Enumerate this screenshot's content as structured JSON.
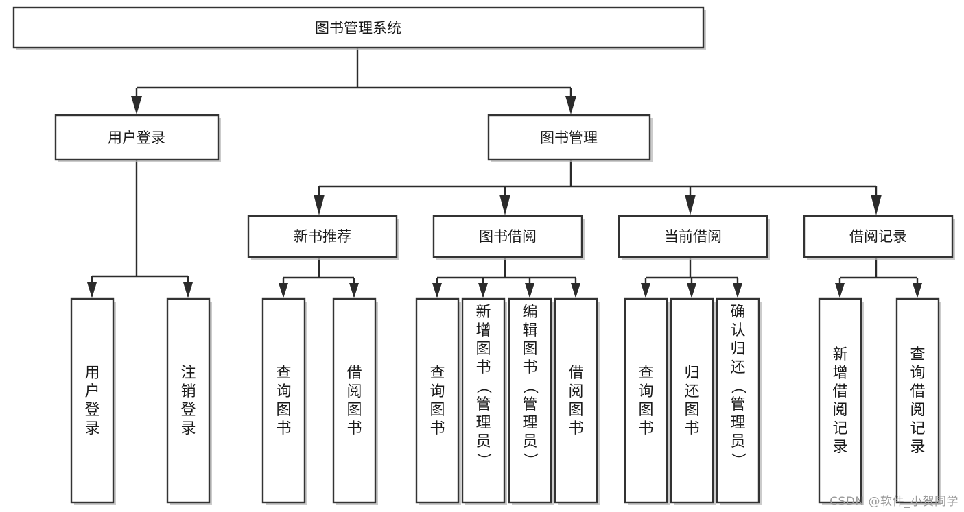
{
  "diagram": {
    "type": "tree-hierarchy",
    "title": "图书管理系统",
    "orientation": "top-down",
    "watermark": "CSDN @软件_小贺同学",
    "levels": [
      {
        "level": 1,
        "nodes": [
          {
            "id": "root",
            "label": "图书管理系统",
            "text_orientation": "horizontal"
          }
        ]
      },
      {
        "level": 2,
        "nodes": [
          {
            "id": "user-login",
            "label": "用户登录",
            "parent": "root",
            "text_orientation": "horizontal"
          },
          {
            "id": "book-manage",
            "label": "图书管理",
            "parent": "root",
            "text_orientation": "horizontal"
          }
        ]
      },
      {
        "level": 3,
        "nodes": [
          {
            "id": "new-book-rec",
            "label": "新书推荐",
            "parent": "book-manage",
            "text_orientation": "horizontal"
          },
          {
            "id": "book-borrow",
            "label": "图书借阅",
            "parent": "book-manage",
            "text_orientation": "horizontal"
          },
          {
            "id": "current-borrow",
            "label": "当前借阅",
            "parent": "book-manage",
            "text_orientation": "horizontal"
          },
          {
            "id": "borrow-record",
            "label": "借阅记录",
            "parent": "book-manage",
            "text_orientation": "horizontal"
          }
        ]
      },
      {
        "level": 4,
        "nodes": [
          {
            "id": "leaf-user-login",
            "label": "用户登录",
            "parent": "user-login",
            "text_orientation": "vertical"
          },
          {
            "id": "leaf-logout-login",
            "label": "注销登录",
            "parent": "user-login",
            "text_orientation": "vertical"
          },
          {
            "id": "leaf-query-book-1",
            "label": "查询图书",
            "parent": "new-book-rec",
            "text_orientation": "vertical"
          },
          {
            "id": "leaf-borrow-book-1",
            "label": "借阅图书",
            "parent": "new-book-rec",
            "text_orientation": "vertical"
          },
          {
            "id": "leaf-query-book-2",
            "label": "查询图书",
            "parent": "book-borrow",
            "text_orientation": "vertical"
          },
          {
            "id": "leaf-add-book",
            "label": "新增图书（管理员）",
            "parent": "book-borrow",
            "text_orientation": "vertical"
          },
          {
            "id": "leaf-edit-book",
            "label": "编辑图书（管理员）",
            "parent": "book-borrow",
            "text_orientation": "vertical"
          },
          {
            "id": "leaf-borrow-book-2",
            "label": "借阅图书",
            "parent": "book-borrow",
            "text_orientation": "vertical"
          },
          {
            "id": "leaf-query-book-3",
            "label": "查询图书",
            "parent": "current-borrow",
            "text_orientation": "vertical"
          },
          {
            "id": "leaf-return-book",
            "label": "归还图书",
            "parent": "current-borrow",
            "text_orientation": "vertical"
          },
          {
            "id": "leaf-confirm-return",
            "label": "确认归还（管理员）",
            "parent": "current-borrow",
            "text_orientation": "vertical"
          },
          {
            "id": "leaf-add-record",
            "label": "新增借阅记录",
            "parent": "borrow-record",
            "text_orientation": "vertical"
          },
          {
            "id": "leaf-query-record",
            "label": "查询借阅记录",
            "parent": "borrow-record",
            "text_orientation": "vertical"
          }
        ]
      }
    ],
    "colors": {
      "box_fill": "#ffffff",
      "box_stroke": "#333333",
      "edge": "#2b2b2b",
      "text": "#1a1a1a",
      "watermark": "#9a9a9a",
      "background": "#ffffff"
    }
  }
}
